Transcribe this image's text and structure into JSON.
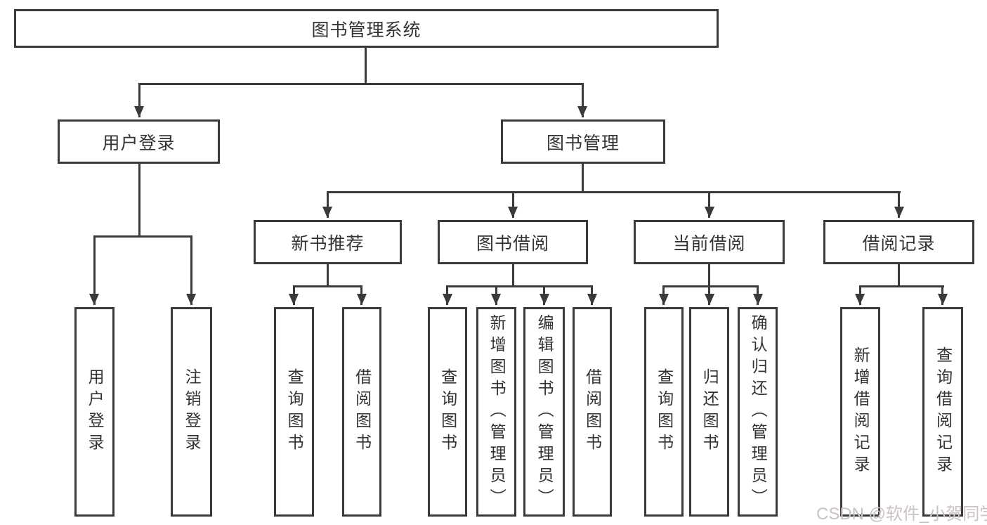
{
  "tree": {
    "root": {
      "label": "图书管理系统"
    },
    "branches": [
      {
        "label": "用户登录",
        "children": [
          {
            "label": "用户登录"
          },
          {
            "label": "注销登录"
          }
        ]
      },
      {
        "label": "图书管理",
        "groups": [
          {
            "label": "新书推荐",
            "children": [
              {
                "label": "查询图书"
              },
              {
                "label": "借阅图书"
              }
            ]
          },
          {
            "label": "图书借阅",
            "children": [
              {
                "label": "查询图书"
              },
              {
                "label": "新增图书（管理员）"
              },
              {
                "label": "编辑图书（管理员）"
              },
              {
                "label": "借阅图书"
              }
            ]
          },
          {
            "label": "当前借阅",
            "children": [
              {
                "label": "查询图书"
              },
              {
                "label": "归还图书"
              },
              {
                "label": "确认归还（管理员）"
              }
            ]
          },
          {
            "label": "借阅记录",
            "children": [
              {
                "label": "新增借阅记录"
              },
              {
                "label": "查询借阅记录"
              }
            ]
          }
        ]
      }
    ]
  },
  "watermark": {
    "text": "CSDN @软件_小贺同学"
  },
  "colors": {
    "line": "#3a3a3a",
    "text": "#333333",
    "background": "#ffffff",
    "watermark": "#cbc2c2"
  }
}
